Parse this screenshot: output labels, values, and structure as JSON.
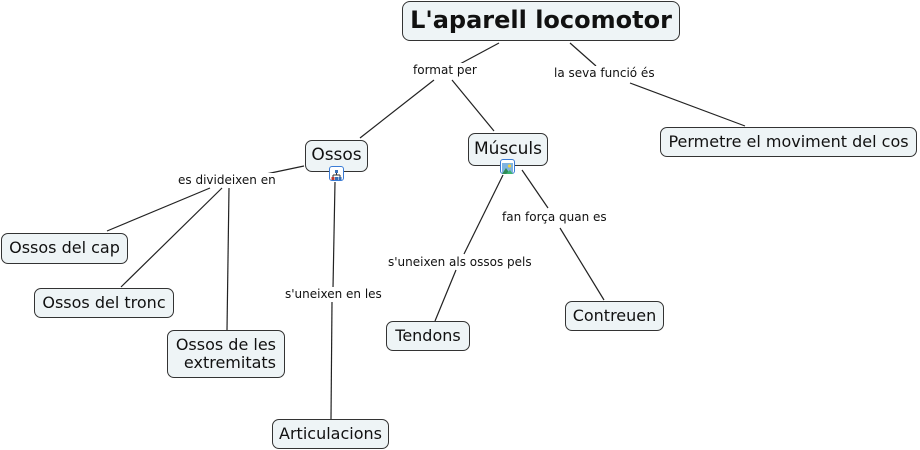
{
  "concept_map": {
    "root": "L'aparell locomotor",
    "nodes": {
      "ossos": "Ossos",
      "musculs": "Músculs",
      "permetre": "Permetre el moviment del cos",
      "ossos_cap": "Ossos del cap",
      "ossos_tronc": "Ossos del tronc",
      "ossos_extremitats": "Ossos de les\nextremitats",
      "articulacions": "Articulacions",
      "tendons": "Tendons",
      "contreuen": "Contreuen"
    },
    "links": {
      "format_per": "format per",
      "la_seva_funcio": "la seva funció és",
      "es_divideixen": "es divideixen en",
      "suneixen_en_les": "s'uneixen en les",
      "suneixen_als_ossos": "s'uneixen als ossos pels",
      "fan_forca": "fan força quan es"
    },
    "icons": {
      "ossos_badge": "submap-icon",
      "musculs_badge": "image-icon"
    }
  }
}
